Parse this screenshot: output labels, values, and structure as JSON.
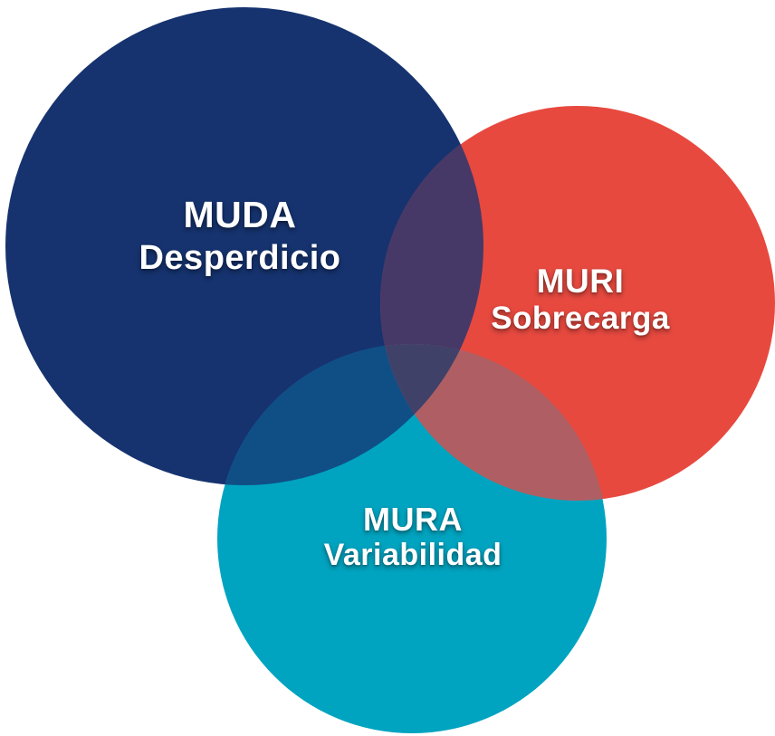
{
  "diagram": {
    "background_color": "#ffffff",
    "text_color": "#ffffff",
    "circles": {
      "muda": {
        "title": "MUDA",
        "subtitle": "Desperdicio",
        "color": "#16336f"
      },
      "muri": {
        "title": "MURI",
        "subtitle": "Sobrecarga",
        "color": "#e7493f"
      },
      "mura": {
        "title": "MURA",
        "subtitle": "Variabilidad",
        "color": "#00a4c0"
      }
    },
    "overlaps": {
      "muda_muri": "#463968",
      "muda_mura": "#104e86",
      "muri_mura": "#af5f63",
      "muda_muri_mura": "#404169"
    }
  }
}
